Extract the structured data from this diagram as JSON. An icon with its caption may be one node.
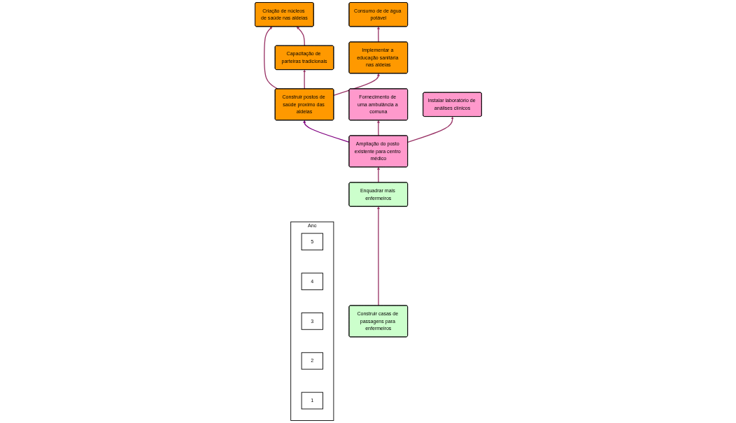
{
  "diagram": {
    "nodes": [
      {
        "text": [
          "Ano"
        ]
      },
      {
        "text": [
          "5"
        ],
        "in": 0
      },
      {
        "text": [
          "4"
        ],
        "in": 0
      },
      {
        "text": [
          "3"
        ],
        "in": 0
      },
      {
        "text": [
          "2"
        ],
        "in": 0
      },
      {
        "text": [
          "1"
        ],
        "in": 0
      },
      {
        "text": [
          "Consumo de de água potável"
        ]
      },
      {
        "text": [
          "Implementar a educação sanitária nas aldeias"
        ]
      },
      {
        "text": [
          "Capacitação de parteiras tradicionais"
        ]
      },
      {
        "text": [
          "Criação de núcleos de saúde nas aldeias"
        ]
      },
      {
        "text": [
          "Construir postos de saúde proximo das aldeias"
        ]
      },
      {
        "text": [
          "Fornecimento de uma ambulância a comuna"
        ]
      },
      {
        "text": [
          "Instalar laboratório de análises clínicos"
        ]
      },
      {
        "text": [
          "Construir casas de passagens para enfermeiros"
        ]
      },
      {
        "text": [
          "Enquadrar mais enfermeiros"
        ]
      },
      {
        "text": [
          "Ampliação do posto existente para centro médico"
        ]
      }
    ],
    "edges": [
      {
        "from": 13,
        "to": 14,
        "arrow": "to"
      },
      {
        "from": 14,
        "to": 15,
        "arrow": "to"
      },
      {
        "from": 15,
        "to": 10,
        "arrow": "to",
        "color": "#800080"
      },
      {
        "from": 15,
        "to": 11,
        "arrow": "to"
      },
      {
        "from": 15,
        "to": 12,
        "arrow": "to"
      },
      {
        "from": 10,
        "to": 9,
        "arrow": "to"
      },
      {
        "from": 10,
        "to": 7,
        "arrow": "to"
      },
      {
        "from": 7,
        "to": 6,
        "arrow": "to"
      },
      {
        "from": 10,
        "to": 8,
        "arrow": "to"
      },
      {
        "from": 8,
        "to": 9,
        "arrow": "to"
      }
    ]
  }
}
